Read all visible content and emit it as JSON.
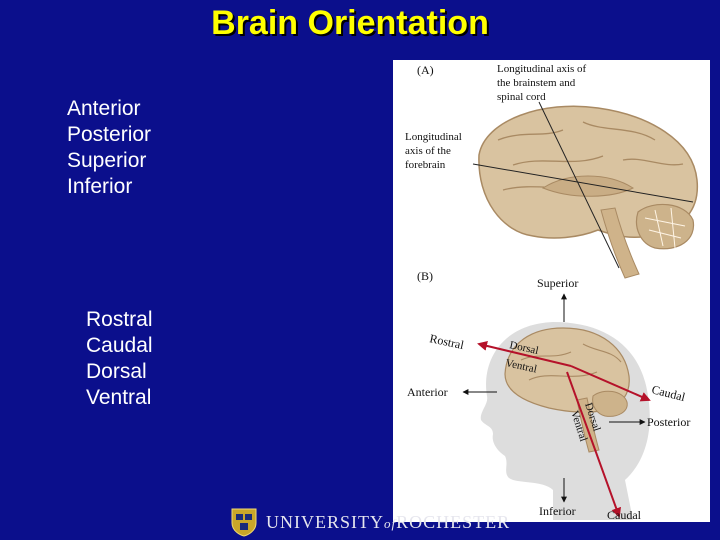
{
  "title": "Brain Orientation",
  "list_a": [
    "Anterior",
    "Posterior",
    "Superior",
    "Inferior"
  ],
  "list_b": [
    "Rostral",
    "Caudal",
    "Dorsal",
    "Ventral"
  ],
  "figure": {
    "panel_a_label": "(A)",
    "panel_b_label": "(B)",
    "brainstem_axis_line1": "Longitudinal axis of",
    "brainstem_axis_line2": "the brainstem and",
    "brainstem_axis_line3": "spinal cord",
    "forebrain_axis_line1": "Longitudinal",
    "forebrain_axis_line2": "axis of the",
    "forebrain_axis_line3": "forebrain",
    "superior": "Superior",
    "inferior": "Inferior",
    "anterior": "Anterior",
    "posterior": "Posterior",
    "rostral": "Rostral",
    "caudal_top": "Caudal",
    "caudal_bottom": "Caudal",
    "dorsal_forebrain": "Dorsal",
    "ventral_forebrain": "Ventral",
    "dorsal_stem": "Dorsal",
    "ventral_stem": "Ventral"
  },
  "footer": {
    "university_pre": "UNIVERSITY",
    "university_of": "of",
    "university_post": "ROCHESTER"
  },
  "colors": {
    "background": "#0b0f8c",
    "title": "#ffff00",
    "text": "#ffffff",
    "axis_red": "#b5122a",
    "brain": "#d9c3a0"
  }
}
